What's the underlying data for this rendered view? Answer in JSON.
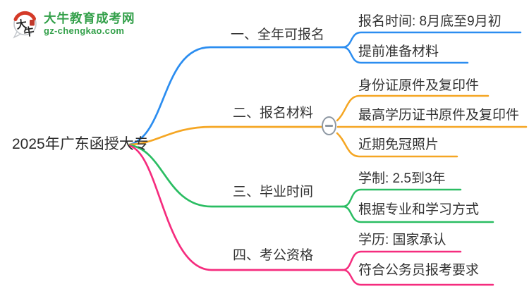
{
  "brand": {
    "name": "大牛教育成考网",
    "domain": "gz-chengkao.com",
    "logo_chars_top": "大",
    "logo_chars_bottom": "牛",
    "green": "#33a04a",
    "seal_red": "#d43a28"
  },
  "mindmap": {
    "root": {
      "label": "2025年广东函授大专"
    },
    "text_color": "#333333",
    "collapse_button_color": "#8e98a3",
    "branches": [
      {
        "label": "一、全年可报名",
        "color": "#2b8df0",
        "children": [
          "报名时间: 8月底至9月初",
          "提前准备材料"
        ]
      },
      {
        "label": "二、报名材料",
        "color": "#f5a623",
        "collapse_button": "minus",
        "children": [
          "身份证原件及复印件",
          "最高学历证书原件及复印件",
          "近期免冠照片"
        ]
      },
      {
        "label": "三、毕业时间",
        "color": "#2abd62",
        "children": [
          "学制: 2.5到3年",
          "根据专业和学习方式"
        ]
      },
      {
        "label": "四、考公资格",
        "color": "#f52c7e",
        "children": [
          "学历: 国家承认",
          "符合公务员报考要求"
        ]
      }
    ]
  }
}
